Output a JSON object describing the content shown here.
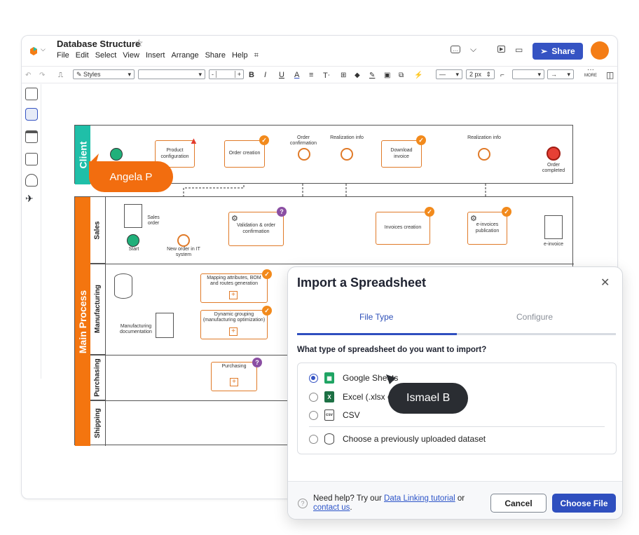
{
  "document": {
    "title": "Database Structure"
  },
  "menus": [
    "File",
    "Edit",
    "Select",
    "View",
    "Insert",
    "Arrange",
    "Share",
    "Help"
  ],
  "topright": {
    "share_label": "Share"
  },
  "toolbar": {
    "styles_label": "Styles",
    "stroke_width": "2 px",
    "more_label": "MORE"
  },
  "diagram": {
    "pools": {
      "client": "Client",
      "main": "Main Process"
    },
    "lanes": [
      "Sales",
      "Manufacturing",
      "Purchasing",
      "Shipping"
    ],
    "client_tasks": [
      "Product configuration",
      "Order creation",
      "Download invoice"
    ],
    "client_events": [
      "Order confirmation",
      "Realization info",
      "Realization info",
      "Order completed"
    ],
    "sales_items": [
      "Sales order",
      "Start",
      "New order in IT system",
      "Validation & order confirmation",
      "Invoices creation",
      "e-invoices publication",
      "e-invoice"
    ],
    "mfg_items": [
      "Mapping attributes, BOM and routes generation",
      "Dynamic grouping (manufacturing optimization)",
      "Manufacturing documentation"
    ],
    "purch_items": [
      "Purchasing"
    ]
  },
  "collaborators": {
    "angela": "Angela P",
    "ismael": "Ismael B"
  },
  "dialog": {
    "title": "Import a Spreadsheet",
    "tabs": [
      "File Type",
      "Configure"
    ],
    "question": "What type of spreadsheet do you want to import?",
    "options": [
      "Google Sheets",
      "Excel (.xlsx or",
      "CSV",
      "Choose a previously uploaded dataset"
    ],
    "selected": "Google Sheets",
    "help_prefix": "Need help? Try our",
    "help_link1": "Data Linking tutorial",
    "help_or": "or",
    "help_link2": "contact us",
    "help_end": ".",
    "cancel": "Cancel",
    "primary": "Choose File"
  },
  "colors": {
    "accent": "#3553c3",
    "client_pool": "#1fbfa8",
    "main_pool": "#f4750f",
    "task_border": "#e07a28",
    "cursor_angela": "#f26d0f",
    "cursor_ismael": "#2a2d32"
  }
}
